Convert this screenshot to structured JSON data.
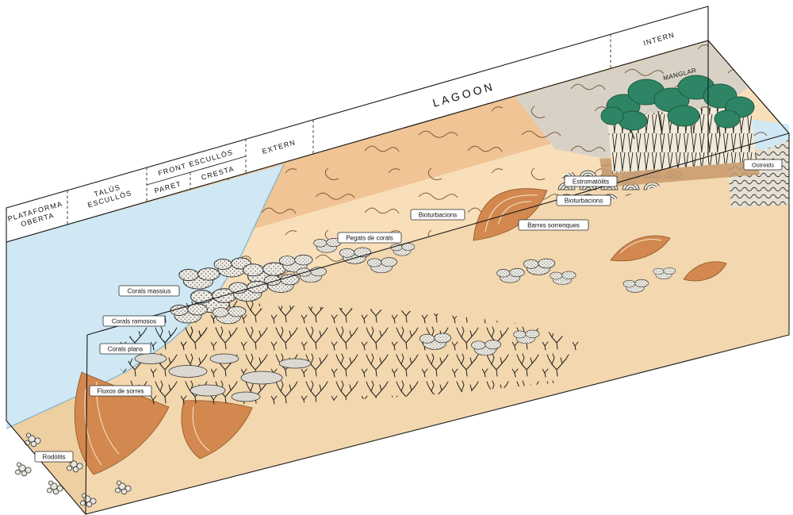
{
  "diagram": {
    "zones": {
      "plataforma_line1": "PLATAFORMA",
      "plataforma_line2": "OBERTA",
      "talus_line1": "TALÚS",
      "talus_line2": "ESCULLÓS",
      "front_escullos": "FRONT ESCULLÓS",
      "paret": "PARET",
      "cresta": "CRESTA",
      "extern": "EXTERN",
      "lagoon": "LAGOON",
      "intern": "INTERN"
    },
    "labels": {
      "manglar": "MANGLAR",
      "corals_massius": "Corals massius",
      "corals_ramosos": "Corals ramosos",
      "corals_plans": "Corals plans",
      "fluxos_de_sorres": "Fluxos de sorres",
      "rodolits": "Rodòlits",
      "pegats_de_corals": "Pegats de corals",
      "bioturbacions_lagoon": "Bioturbacions",
      "bioturbacions_intern": "Bioturbacions",
      "barres_sorrenques": "Barres sorrenques",
      "estromatolits": "Estromatòlits",
      "ostreids": "Ostreids"
    },
    "colors": {
      "water": "#cfe8f4",
      "lagoon_sand": "#f0c494",
      "fore_reef_sand": "#f8dfba",
      "front_face": "#f3d7ae",
      "side_face": "#edcfa2",
      "sand_bar": "#d2884e",
      "mangrove_green": "#2e8565",
      "intertidal_gray": "#d8d2c6"
    }
  }
}
